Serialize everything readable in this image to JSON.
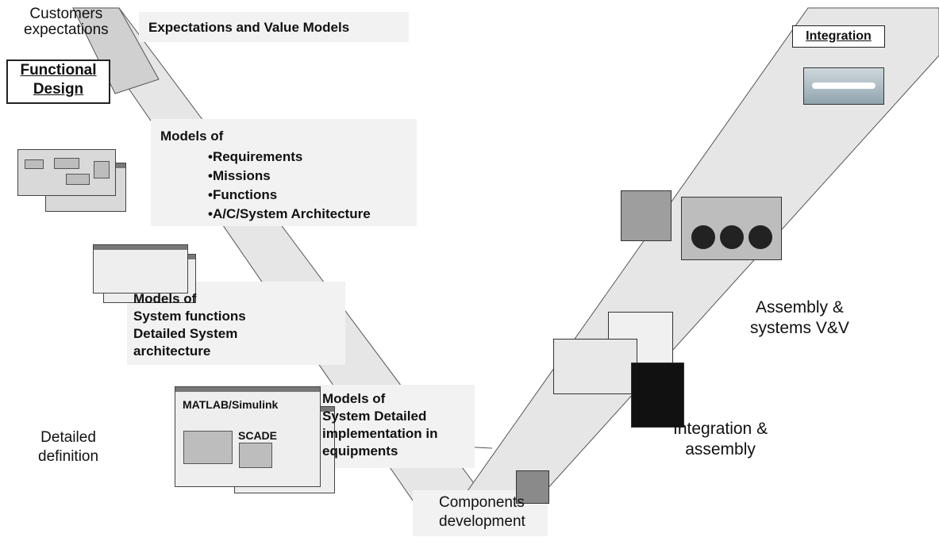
{
  "top": {
    "customers_expectations": [
      "Customers",
      "expectations"
    ],
    "expectations_models": "Expectations and Value Models",
    "functional_design": [
      "Functional",
      "Design"
    ]
  },
  "left": {
    "models_of": "Models of",
    "bullets": [
      "•Requirements",
      "•Missions",
      "•Functions",
      "•A/C/System Architecture"
    ],
    "system_functions": [
      "Models of",
      "System functions",
      "Detailed System",
      "architecture"
    ],
    "matlab": "MATLAB/Simulink",
    "scade": "SCADE",
    "detailed_models": [
      "Models of",
      "System Detailed",
      "implementation in",
      "equipments"
    ],
    "detailed_definition": [
      "Detailed",
      "definition"
    ]
  },
  "bottom": {
    "components": [
      "Components",
      "development"
    ]
  },
  "right": {
    "integration": "Integration",
    "assembly_vv": [
      "Assembly &",
      "systems V&V"
    ],
    "integration_assembly": [
      "Integration &",
      "assembly"
    ]
  },
  "colors": {
    "band_fill": "#d9d9d9",
    "band_stroke": "#333333",
    "label_box": "#f2f2f2"
  }
}
